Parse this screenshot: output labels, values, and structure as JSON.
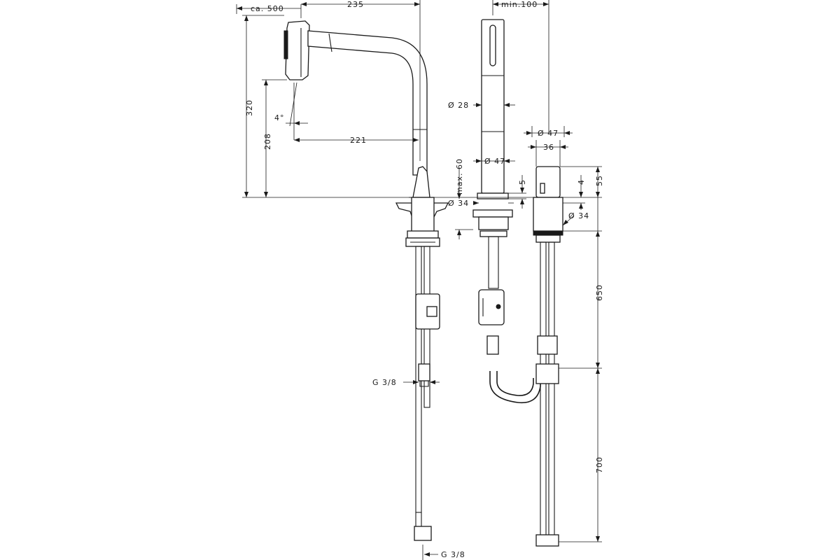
{
  "dimensions": {
    "spray_reach": "ca. 500",
    "spout_reach": "235",
    "total_height": "320",
    "spout_height": "208",
    "spray_angle": "4°",
    "outlet_reach": "221",
    "spray_spacing": "min.100",
    "spray_diameter": "Ø 28",
    "spray_base_diameter": "Ø 47",
    "hole_diameter_left": "Ø 34",
    "max_thickness": "max. 60",
    "spray_flange": "5",
    "valve_diameter": "Ø 47",
    "valve_width": "36",
    "valve_height": "55",
    "valve_flange": "4",
    "hole_diameter_right": "Ø 34",
    "hose_length_upper": "650",
    "hose_length_lower": "700",
    "thread_middle": "G 3/8",
    "thread_bottom": "G 3/8"
  }
}
